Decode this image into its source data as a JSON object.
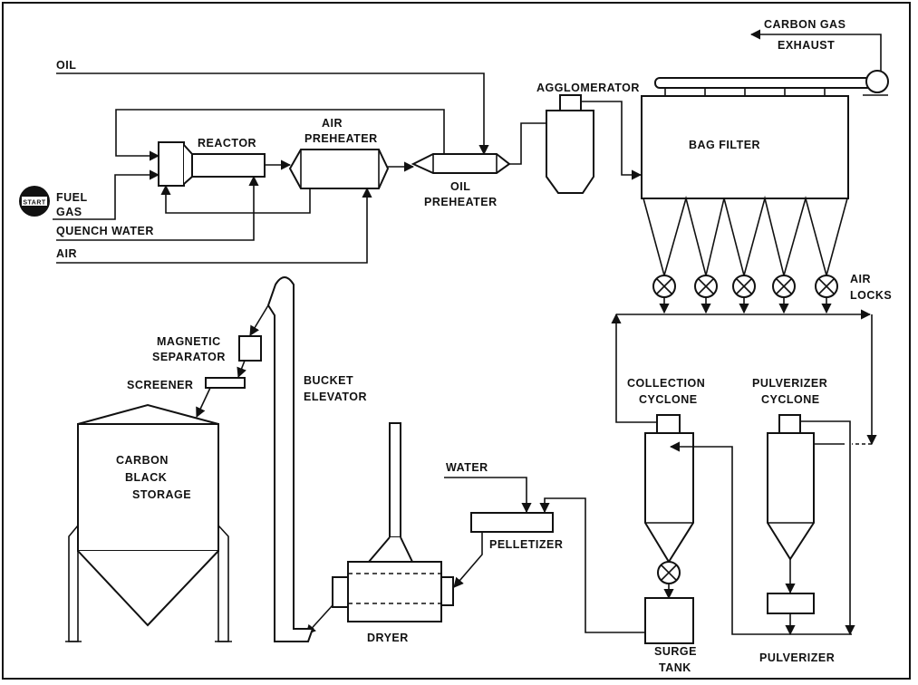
{
  "diagram": {
    "inputs": {
      "oil": "OIL",
      "fuel_gas_1": "FUEL",
      "fuel_gas_2": "GAS",
      "quench_water": "QUENCH  WATER",
      "air": "AIR",
      "water": "WATER"
    },
    "start_badge": "START",
    "units": {
      "reactor": "REACTOR",
      "air_preheater_1": "AIR",
      "air_preheater_2": "PREHEATER",
      "oil_preheater_1": "OIL",
      "oil_preheater_2": "PREHEATER",
      "agglomerator": "AGGLOMERATOR",
      "bag_filter": "BAG   FILTER",
      "exhaust_1": "CARBON  GAS",
      "exhaust_2": "EXHAUST",
      "air_locks_1": "AIR",
      "air_locks_2": "LOCKS",
      "collection_cyclone_1": "COLLECTION",
      "collection_cyclone_2": "CYCLONE",
      "pulverizer_cyclone_1": "PULVERIZER",
      "pulverizer_cyclone_2": "CYCLONE",
      "surge_tank_1": "SURGE",
      "surge_tank_2": "TANK",
      "pulverizer": "PULVERIZER",
      "pelletizer": "PELLETIZER",
      "dryer": "DRYER",
      "bucket_elevator_1": "BUCKET",
      "bucket_elevator_2": "ELEVATOR",
      "magnetic_separator_1": "MAGNETIC",
      "magnetic_separator_2": "SEPARATOR",
      "screener": "SCREENER",
      "storage_1": "CARBON",
      "storage_2": "BLACK",
      "storage_3": "STORAGE"
    }
  }
}
